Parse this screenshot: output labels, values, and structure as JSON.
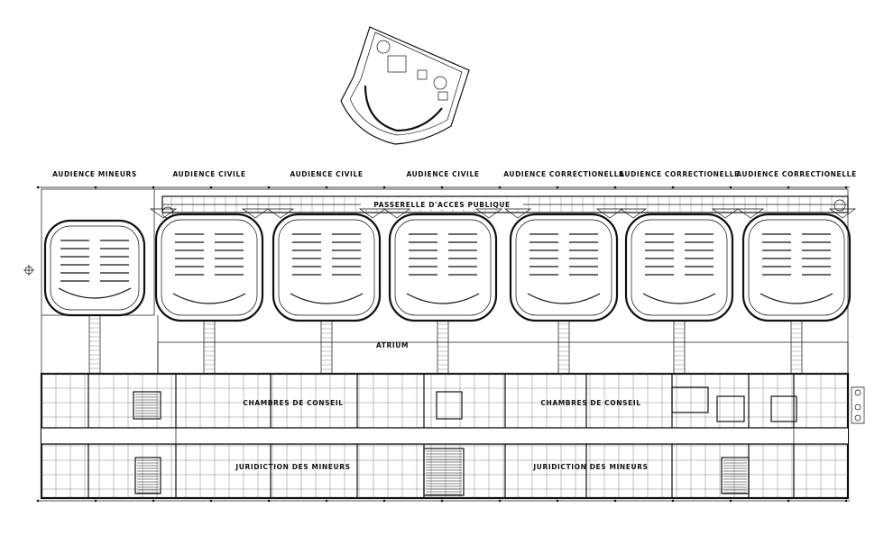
{
  "plan": {
    "courtroom_labels": [
      "AUDIENCE MINEURS",
      "AUDIENCE CIVILE",
      "AUDIENCE CIVILE",
      "AUDIENCE CIVILE",
      "AUDIENCE CORRECTIONELLE",
      "AUDIENCE CORRECTIONELLE",
      "AUDIENCE CORRECTIONELLE"
    ],
    "passerelle": "PASSERELLE D'ACCES PUBLIQUE",
    "atrium": "ATRIUM",
    "chambres": [
      "CHAMBRES DE CONSEIL",
      "CHAMBRES DE CONSEIL"
    ],
    "juridiction": [
      "JURIDICTION DES MINEURS",
      "JURIDICTION DES MINEURS"
    ],
    "line_color": "#111111",
    "background": "#ffffff"
  }
}
